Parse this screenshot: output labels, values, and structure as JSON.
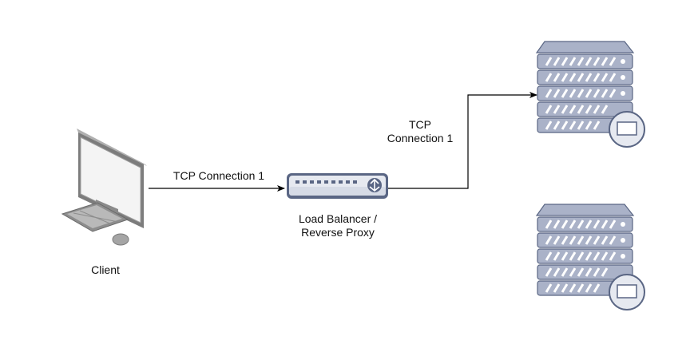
{
  "nodes": {
    "client": {
      "label": "Client",
      "icon": "desktop-computer-icon"
    },
    "load_balancer": {
      "label_line1": "Load Balancer /",
      "label_line2": "Reverse Proxy",
      "icon": "network-switch-icon"
    },
    "server_top": {
      "icon": "server-rack-icon"
    },
    "server_bottom": {
      "icon": "server-rack-icon"
    }
  },
  "edges": {
    "client_to_lb": {
      "label": "TCP Connection 1"
    },
    "lb_to_server": {
      "label_line1": "TCP",
      "label_line2": "Connection 1"
    }
  },
  "colors": {
    "server_fill": "#aab2c8",
    "server_stroke": "#5a6684",
    "device_fill": "#e6e9f0",
    "monitor_frame": "#cfcfcf",
    "edge": "#000000"
  }
}
